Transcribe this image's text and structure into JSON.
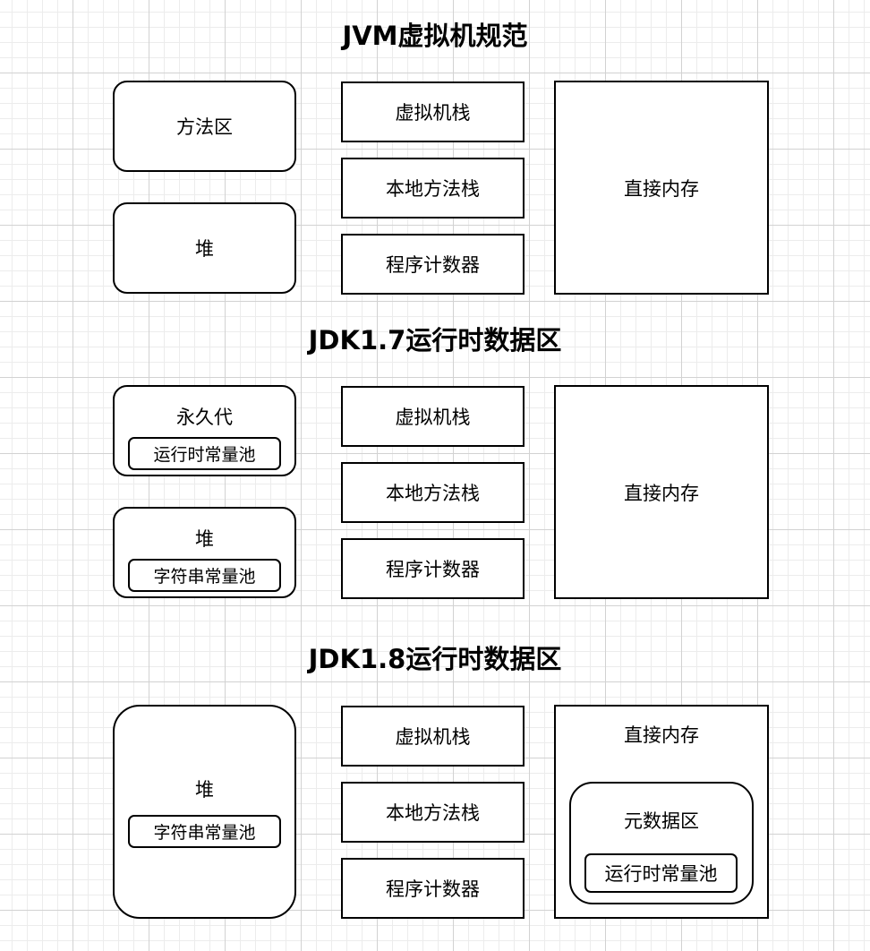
{
  "sections": [
    {
      "title": "JVM虚拟机规范",
      "method_area": "方法区",
      "heap": "堆",
      "vm_stack": "虚拟机栈",
      "native_stack": "本地方法栈",
      "pc_register": "程序计数器",
      "direct_memory": "直接内存"
    },
    {
      "title": "JDK1.7运行时数据区",
      "permgen": "永久代",
      "runtime_constant_pool": "运行时常量池",
      "heap": "堆",
      "string_pool": "字符串常量池",
      "vm_stack": "虚拟机栈",
      "native_stack": "本地方法栈",
      "pc_register": "程序计数器",
      "direct_memory": "直接内存"
    },
    {
      "title": "JDK1.8运行时数据区",
      "heap": "堆",
      "string_pool": "字符串常量池",
      "vm_stack": "虚拟机栈",
      "native_stack": "本地方法栈",
      "pc_register": "程序计数器",
      "direct_memory": "直接内存",
      "metaspace": "元数据区",
      "runtime_constant_pool": "运行时常量池"
    }
  ]
}
